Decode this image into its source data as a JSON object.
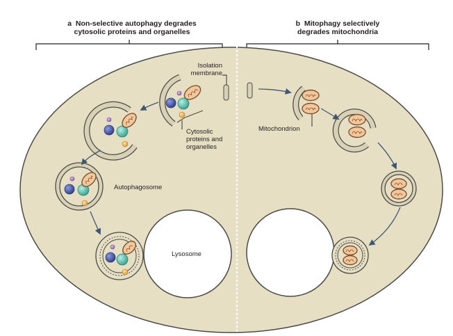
{
  "panel_a": {
    "letter": "a",
    "title_line1": "Non-selective autophagy degrades",
    "title_line2": "cytosolic proteins and organelles"
  },
  "panel_b": {
    "letter": "b",
    "title_line1": "Mitophagy selectively",
    "title_line2": "degrades mitochondria"
  },
  "labels": {
    "isolation_membrane_1": "Isolation",
    "isolation_membrane_2": "membrane",
    "cytosolic_1": "Cytosolic",
    "cytosolic_2": "proteins and",
    "cytosolic_3": "organelles",
    "autophagosome": "Autophagosome",
    "lysosome": "Lysosome",
    "mitochondrion": "Mitochondrion"
  },
  "colors": {
    "cytoplasm": "#e6dfc4",
    "outline": "#4b4a48",
    "membrane": "#d8d1b6",
    "mito_fill": "#f3c79a",
    "mito_stroke": "#7a5231",
    "protein_blue": "#3e4f99",
    "protein_teal": "#4db3a4",
    "protein_orange": "#f1b24a",
    "protein_purple": "#9c6fb0",
    "arrow": "#3f5870"
  }
}
